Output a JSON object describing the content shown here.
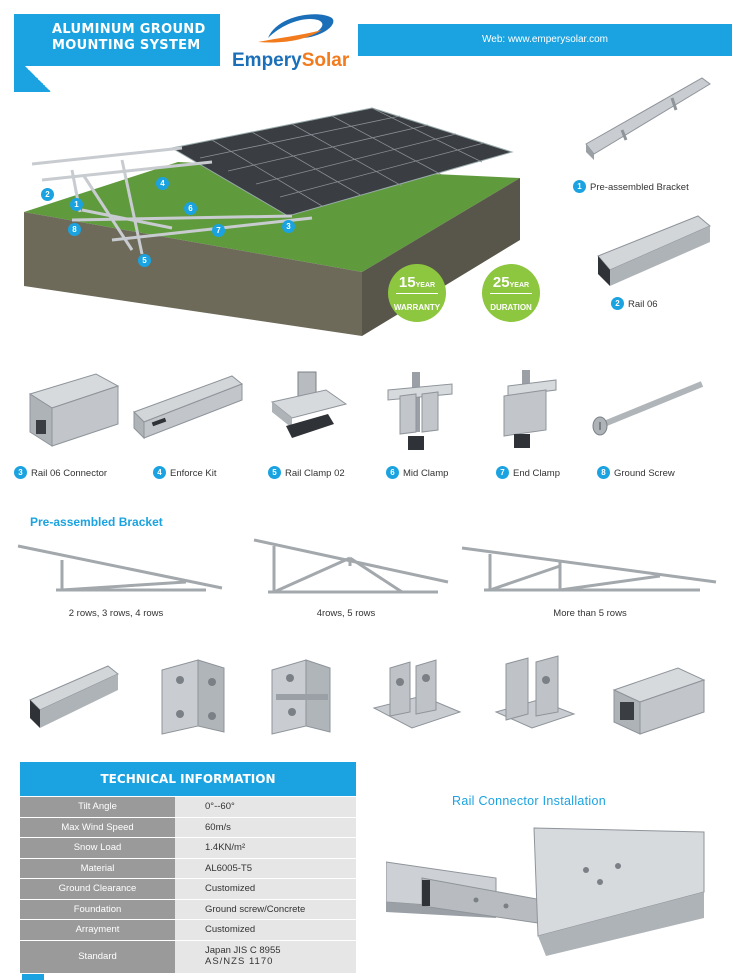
{
  "header": {
    "title_line1": "ALUMINUM GROUND",
    "title_line2": "MOUNTING SYSTEM",
    "logo_part1": "Empery",
    "logo_part2": "Solar",
    "web": "Web: www.emperysolar.com"
  },
  "badges": [
    {
      "number": "15",
      "unit": "YEAR",
      "label": "WARRANTY"
    },
    {
      "number": "25",
      "unit": "YEAR",
      "label": "DURATION"
    }
  ],
  "callouts": [
    "1",
    "2",
    "3",
    "4",
    "5",
    "6",
    "7",
    "8"
  ],
  "components": [
    {
      "num": "1",
      "label": "Pre-assembled Bracket"
    },
    {
      "num": "2",
      "label": "Rail 06"
    },
    {
      "num": "3",
      "label": "Rail 06 Connector"
    },
    {
      "num": "4",
      "label": "Enforce Kit"
    },
    {
      "num": "5",
      "label": "Rail Clamp 02"
    },
    {
      "num": "6",
      "label": "Mid Clamp"
    },
    {
      "num": "7",
      "label": "End Clamp"
    },
    {
      "num": "8",
      "label": "Ground Screw"
    }
  ],
  "bracket_section": {
    "title": "Pre-assembled Bracket",
    "variants": [
      "2 rows, 3 rows, 4 rows",
      "4rows, 5 rows",
      "More than 5 rows"
    ]
  },
  "tech": {
    "title": "TECHNICAL INFORMATION",
    "rows": [
      {
        "key": "Tilt Angle",
        "value": "0°--60°"
      },
      {
        "key": "Max Wind Speed",
        "value": "60m/s"
      },
      {
        "key": "Snow Load",
        "value": "1.4KN/m²"
      },
      {
        "key": "Material",
        "value": "AL6005-T5"
      },
      {
        "key": "Ground Clearance",
        "value": "Customized"
      },
      {
        "key": "Foundation",
        "value": "Ground screw/Concrete"
      },
      {
        "key": "Arrayment",
        "value": "Customized"
      },
      {
        "key": "Standard",
        "value": "Japan JIS C 8955",
        "value2": "AS/NZS  1170"
      }
    ]
  },
  "install": {
    "title": "Rail Connector Installation"
  },
  "colors": {
    "accent": "#1aa3e0",
    "badge": "#8dc63f",
    "logo_blue": "#1b6fb8",
    "logo_orange": "#f27b1e"
  }
}
